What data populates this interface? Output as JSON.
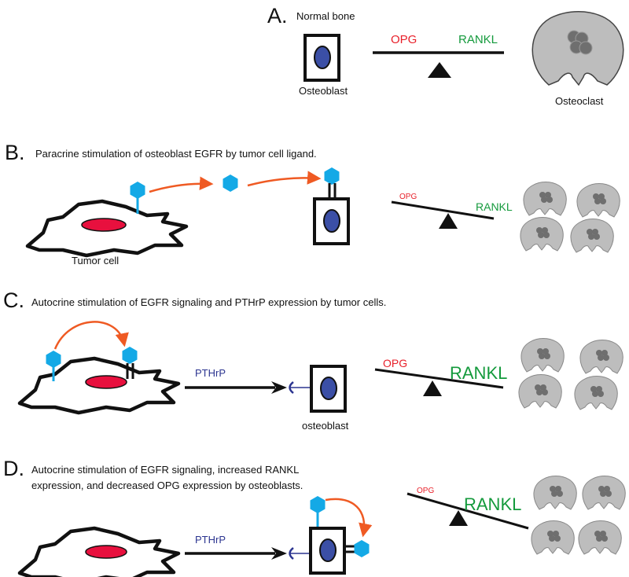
{
  "colors": {
    "nucleus": "#3b4fa6",
    "tumor_nucleus": "#e8103e",
    "ligand": "#14a9e6",
    "arrow": "#ef5a23",
    "opg": "#e8202a",
    "rankl": "#149a3c",
    "pthrp": "#2c3590",
    "osteoclast": "#bdbdbd"
  },
  "panel_a": {
    "letter": "A.",
    "title": "Normal bone",
    "osteoblast_label": "Osteoblast",
    "osteoclast_label": "Osteoclast",
    "opg_label": "OPG",
    "rankl_label": "RANKL"
  },
  "panel_b": {
    "letter": "B.",
    "caption": "Paracrine stimulation of osteoblast EGFR by tumor cell ligand.",
    "tumor_label": "Tumor cell",
    "opg_label": "OPG",
    "rankl_label": "RANKL"
  },
  "panel_c": {
    "letter": "C.",
    "caption": "Autocrine stimulation of EGFR signaling and PTHrP expression by tumor cells.",
    "pthrp_label": "PTHrP",
    "osteoblast_label": "osteoblast",
    "opg_label": "OPG",
    "rankl_label": "RANKL"
  },
  "panel_d": {
    "letter": "D.",
    "caption_line1": "Autocrine stimulation of EGFR signaling, increased RANKL",
    "caption_line2": "expression, and decreased OPG expression by osteoblasts.",
    "pthrp_label": "PTHrP",
    "opg_label": "OPG",
    "rankl_label": "RANKL"
  }
}
